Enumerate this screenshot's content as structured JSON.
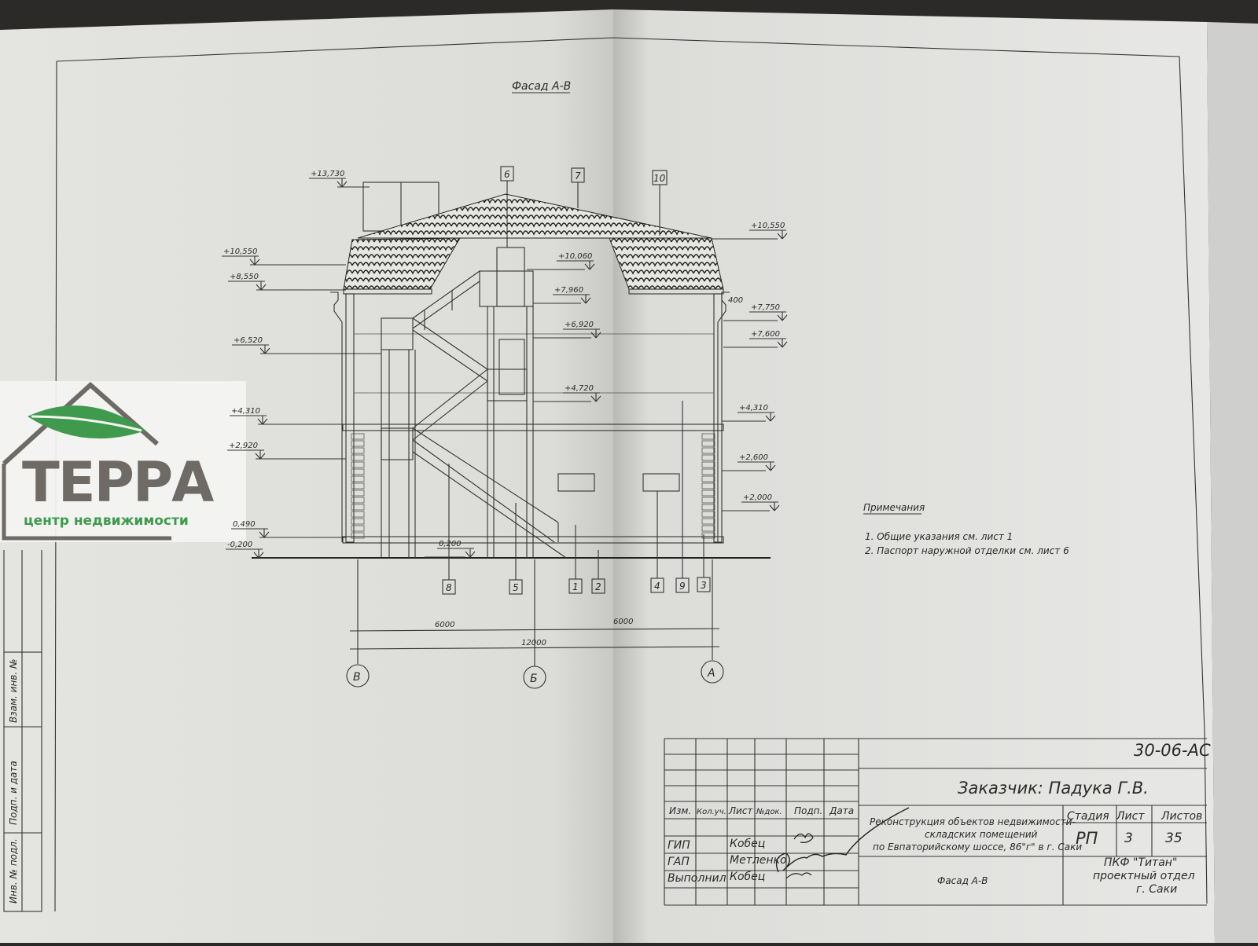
{
  "drawing": {
    "title": "Фасад А-В",
    "elevations_left": [
      "+13,730",
      "+10,550",
      "+8,550",
      "+6,520",
      "+4,310",
      "+2,920",
      "0,490",
      "-0,200"
    ],
    "elevations_right": [
      "+10,550",
      "+10,060",
      "+7,960",
      "+6,920",
      "+4,720",
      "+7,750",
      "+7,600",
      "+4,310",
      "+2,600",
      "+2,000",
      "0,200",
      "400"
    ],
    "callouts_top": [
      "6",
      "7",
      "10"
    ],
    "callouts_bottom": [
      "8",
      "5",
      "1",
      "2",
      "4",
      "9",
      "3"
    ],
    "dimensions": [
      "6000",
      "6000",
      "12000"
    ],
    "axes": [
      "В",
      "Б",
      "А"
    ]
  },
  "notes": {
    "heading": "Примечания",
    "items": [
      "1. Общие указания см. лист 1",
      "2. Паспорт наружной отделки см. лист 6"
    ]
  },
  "title_block": {
    "doc_code": "30-06-АС",
    "customer": "Заказчик: Падука Г.В.",
    "columns": [
      "Изм.",
      "Кол.уч.",
      "Лист",
      "№док.",
      "Подп.",
      "Дата"
    ],
    "staff": [
      {
        "role": "ГИП",
        "name": "Кобец"
      },
      {
        "role": "ГАП",
        "name": "Метленко"
      },
      {
        "role": "Выполнил",
        "name": "Кобец"
      }
    ],
    "project_lines": [
      "Реконструкция объектов недвижимости-",
      "складских помещений",
      "по Евпаторийскому шоссе, 86\"г\" в г. Саки"
    ],
    "sheet_name": "Фасад А-В",
    "stage_label": "Стадия",
    "sheet_label": "Лист",
    "sheets_label": "Листов",
    "stage": "РП",
    "sheet": "3",
    "sheets": "35",
    "org_lines": [
      "ПКФ \"Титан\"",
      "проектный отдел",
      "г. Саки"
    ]
  },
  "side_stamp": [
    "Инв. № подл.",
    "Подп. и дата",
    "Взам. инв. №"
  ],
  "watermark": {
    "brand": "ТЕРРА",
    "tagline": "центр недвижимости",
    "green": "#3f9a4e",
    "gray": "#6e6a66"
  }
}
